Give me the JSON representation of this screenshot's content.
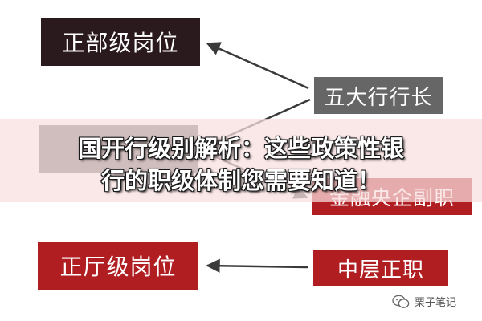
{
  "diagram": {
    "colors": {
      "dark_box": "#2a1a1e",
      "red_box": "#b01e22",
      "grey_box": "#666666",
      "arrow": "#3a3a3a",
      "banner": "#f8dede"
    },
    "left_boxes": [
      {
        "label": "正部级岗位",
        "color": "#2a1a1e"
      },
      {
        "label": "",
        "color": "#5e5e5e"
      },
      {
        "label": "正厅级岗位",
        "color": "#b01e22"
      }
    ],
    "right_boxes": [
      {
        "label": "五大行行长",
        "color": "#666666"
      },
      {
        "label": "金融央企副职",
        "color": "#b01e22"
      },
      {
        "label": "中层正职",
        "color": "#b01e22"
      }
    ]
  },
  "overlay": {
    "headline_line1": "国开行级别解析：这些政策性银",
    "headline_line2": "行的职级体制您需要知道！"
  },
  "watermark": {
    "icon": "wechat-icon",
    "text": "栗子笔记"
  }
}
